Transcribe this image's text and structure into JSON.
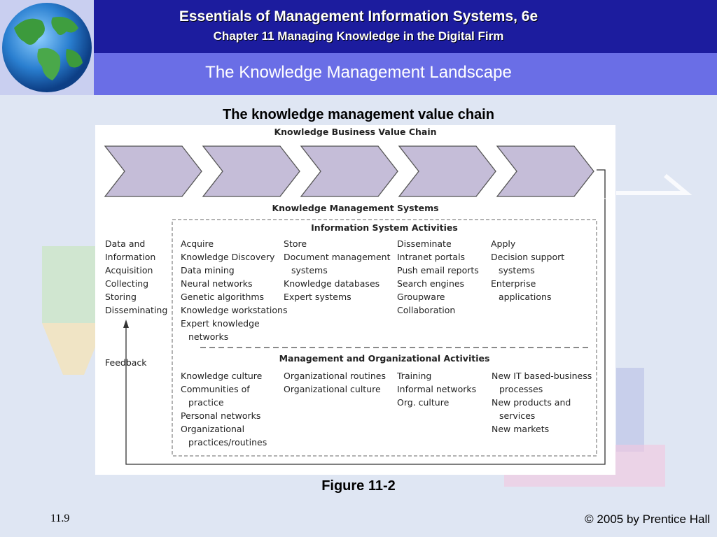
{
  "header": {
    "title": "Essentials of Management Information Systems, 6e",
    "chapter": "Chapter 11 Managing Knowledge in the Digital Firm",
    "section_title": "The Knowledge Management Landscape"
  },
  "figure": {
    "heading": "The knowledge management value chain",
    "caption": "Figure 11-2",
    "value_chain_label": "Knowledge Business Value Chain",
    "kms_label": "Knowledge Management Systems",
    "isa_label": "Information System Activities",
    "moa_label": "Management and Organizational Activities",
    "feedback_label": "Feedback",
    "left_column": {
      "heading_lines": [
        "Data and",
        "Information",
        "Acquisition"
      ],
      "items": [
        "Collecting",
        "Storing",
        "Disseminating"
      ]
    },
    "stages": [
      {
        "name": "Acquire",
        "is_items": [
          "Knowledge Discovery",
          "Data mining",
          "Neural networks",
          "Genetic algorithms",
          "Knowledge workstations",
          "Expert knowledge",
          "networks"
        ],
        "moa_items": [
          "Knowledge culture",
          "Communities of",
          "practice",
          "Personal networks",
          "Organizational",
          "practices/routines"
        ]
      },
      {
        "name": "Store",
        "is_items": [
          "Document management",
          "systems",
          "Knowledge databases",
          "Expert systems"
        ],
        "moa_items": [
          "Organizational routines",
          "Organizational culture"
        ]
      },
      {
        "name": "Disseminate",
        "is_items": [
          "Intranet portals",
          "Push email reports",
          "Search engines",
          "Groupware",
          "Collaboration"
        ],
        "moa_items": [
          "Training",
          "Informal networks",
          "Org. culture"
        ]
      },
      {
        "name": "Apply",
        "is_items": [
          "Decision support",
          "systems",
          "Enterprise",
          "applications"
        ],
        "moa_items": [
          "New IT based-business",
          "processes",
          "New products and",
          "services",
          "New markets"
        ]
      }
    ]
  },
  "footer": {
    "slide_number": "11.9",
    "copyright": "© 2005 by Prentice Hall"
  },
  "colors": {
    "header_dark": "#1c1c9e",
    "header_light": "#6a6ee6",
    "chevron_fill": "#c5bdd8",
    "chevron_stroke": "#555555"
  }
}
